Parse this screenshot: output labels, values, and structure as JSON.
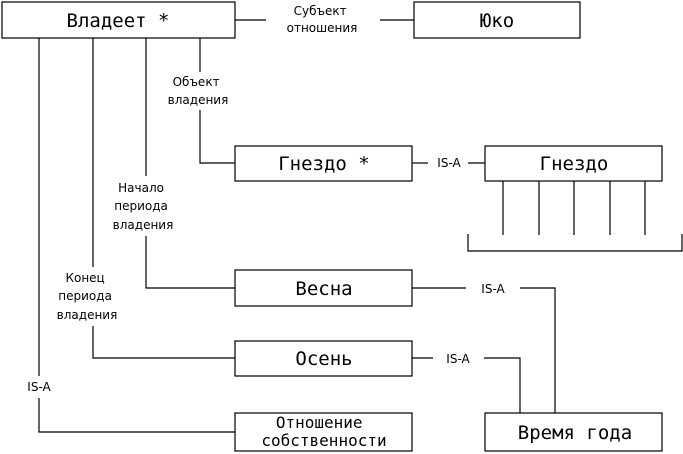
{
  "nodes": {
    "owns": "Владеет *",
    "yuko": "Юко",
    "nest_instance": "Гнездо *",
    "nest_class": "Гнездо",
    "spring": "Весна",
    "autumn": "Осень",
    "ownership_line1": "Отношение",
    "ownership_line2": "собственности",
    "season": "Время года"
  },
  "edges": {
    "subject_line1": "Субъект",
    "subject_line2": "отношения",
    "object_line1": "Объект",
    "object_line2": "владения",
    "start_line1": "Начало",
    "start_line2": "периода",
    "start_line3": "владения",
    "end_line1": "Конец",
    "end_line2": "периода",
    "end_line3": "владения",
    "isa_nest": "IS-A",
    "isa_spring": "IS-A",
    "isa_autumn": "IS-A",
    "isa_ownership": "IS-A"
  }
}
